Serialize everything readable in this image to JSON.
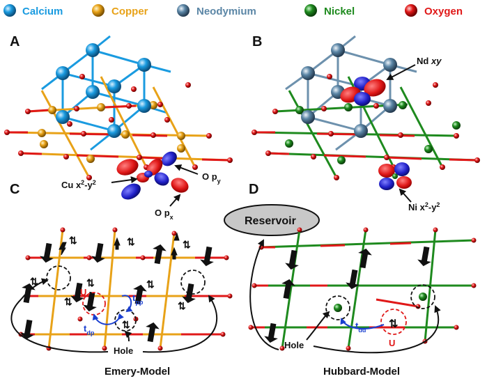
{
  "legend": [
    {
      "label": "Calcium",
      "color": "#1a9be0"
    },
    {
      "label": "Copper",
      "color": "#e8a218"
    },
    {
      "label": "Neodymium",
      "color": "#5b86a6"
    },
    {
      "label": "Nickel",
      "color": "#1e8a1e"
    },
    {
      "label": "Oxygen",
      "color": "#e01818"
    }
  ],
  "panels": {
    "a": "A",
    "b": "B",
    "c": "C",
    "d": "D"
  },
  "annotations": {
    "cu_orbital": "Cu x",
    "cu_orbital_sup": "2",
    "cu_orbital_mid": "-y",
    "cu_orbital_sup2": "2",
    "o_py": "O p",
    "o_py_sub": "y",
    "o_px": "O p",
    "o_px_sub": "x",
    "nd_xy": "Nd",
    "nd_xy_italic": "xy",
    "ni_orbital": "Ni x",
    "ni_orbital_sup": "2",
    "ni_orbital_mid": "-y",
    "ni_orbital_sup2": "2"
  },
  "emery": {
    "title": "Emery-Model",
    "hole": "Hole",
    "u": "U",
    "t_pp": "t",
    "t_pp_sub": "pp",
    "t_dp": "t",
    "t_dp_sub": "dp"
  },
  "hubbard": {
    "title": "Hubbard-Model",
    "hole": "Hole",
    "u": "U",
    "t_dd": "t",
    "t_dd_sub": "dd",
    "reservoir": "Reservoir"
  },
  "colors": {
    "calcium": "#1a9be0",
    "copper": "#e8a218",
    "neodymium": "#5b86a6",
    "nickel": "#1e8a1e",
    "oxygen": "#e01818",
    "orbital_red": "#e01818",
    "orbital_blue": "#2020c8",
    "hop_arrow": "#1a3fd0"
  }
}
